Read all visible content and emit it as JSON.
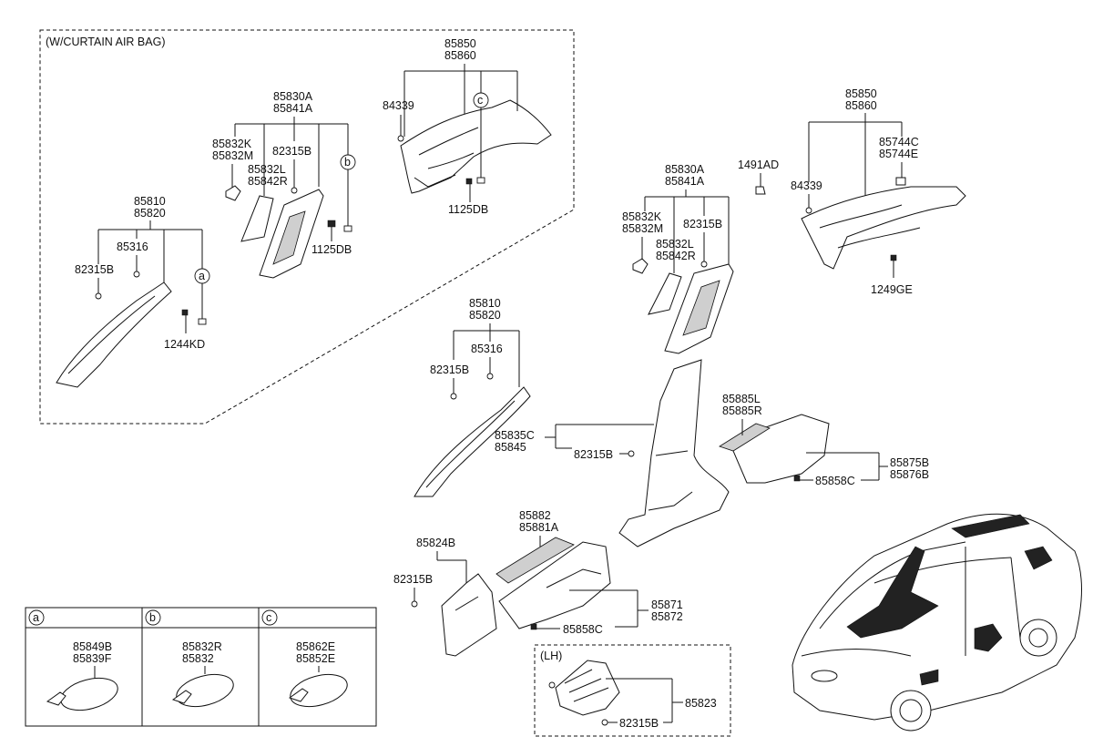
{
  "groups": {
    "curtain_airbag": "(W/CURTAIN AIR BAG)",
    "lh": "(LH)"
  },
  "labels": {
    "p85850_top": "85850",
    "p85860_top": "85860",
    "p84339_top": "84339",
    "p1125DB_a": "1125DB",
    "p85830A_top": "85830A",
    "p85841A_top": "85841A",
    "p85832K_top": "85832K",
    "p85832M_top": "85832M",
    "p82315B_top": "82315B",
    "p85832L_top": "85832L",
    "p85842R_top": "85842R",
    "p1125DB_b": "1125DB",
    "p85810_top": "85810",
    "p85820_top": "85820",
    "p85316_top": "85316",
    "p82315B_a": "82315B",
    "p1244KD": "1244KD",
    "p85850_r": "85850",
    "p85860_r": "85860",
    "p1491AD": "1491AD",
    "p84339_r": "84339",
    "p85744C": "85744C",
    "p85744E": "85744E",
    "p1249GE": "1249GE",
    "p85830A_m": "85830A",
    "p85841A_m": "85841A",
    "p85832K_m": "85832K",
    "p85832M_m": "85832M",
    "p82315B_m": "82315B",
    "p85832L_m": "85832L",
    "p85842R_m": "85842R",
    "p85810_m": "85810",
    "p85820_m": "85820",
    "p85316_m": "85316",
    "p82315B_m2": "82315B",
    "p85885L": "85885L",
    "p85885R": "85885R",
    "p85835C": "85835C",
    "p85845": "85845",
    "p82315B_m3": "82315B",
    "p85875B": "85875B",
    "p85876B": "85876B",
    "p85858C_r": "85858C",
    "p85882": "85882",
    "p85881A": "85881A",
    "p85824B": "85824B",
    "p82315B_m4": "82315B",
    "p85871": "85871",
    "p85872": "85872",
    "p85858C_m": "85858C",
    "p85823": "85823",
    "p82315B_lh": "82315B"
  },
  "callouts": {
    "a": "a",
    "b": "b",
    "c": "c"
  },
  "legend": {
    "a_top": "85849B",
    "a_bot": "85839F",
    "b_top": "85832R",
    "b_bot": "85832",
    "c_top": "85862E",
    "c_bot": "85852E"
  }
}
